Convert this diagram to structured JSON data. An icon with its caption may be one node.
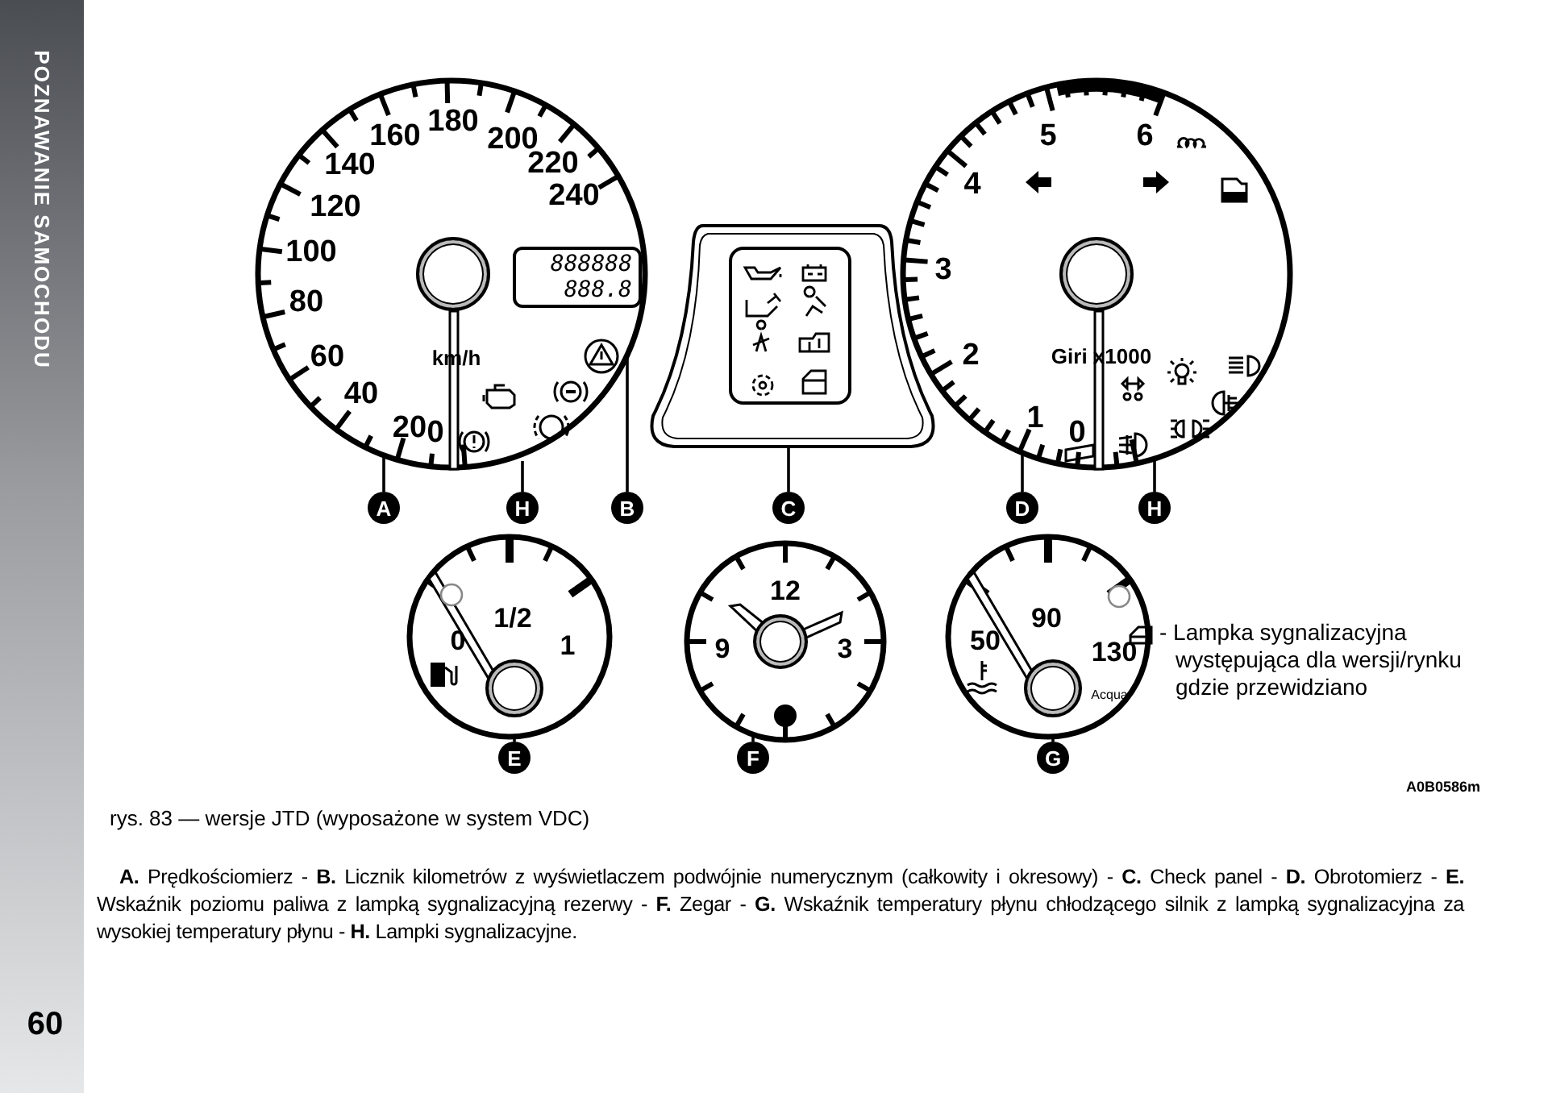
{
  "diagram": {
    "caption": "rys. 83 — wersje JTD (wyposażone w system VDC)",
    "nodes": [
      {
        "text": [],
        "shape": "circle"
      },
      {
        "text": [
          "888888",
          "888.8"
        ]
      },
      {
        "text": [],
        "shape": "box"
      },
      {
        "text": [],
        "shape": "circle"
      },
      {
        "text": [
          "A"
        ]
      },
      {
        "text": [
          "H"
        ]
      },
      {
        "text": [
          "B"
        ]
      },
      {
        "text": [
          "C"
        ]
      },
      {
        "text": [
          "D"
        ]
      },
      {
        "text": [
          "H"
        ]
      },
      {
        "text": [],
        "shape": "circle"
      },
      {
        "text": [],
        "shape": "circle"
      },
      {
        "text": [],
        "shape": "circle"
      },
      {
        "text": [
          "E"
        ]
      },
      {
        "text": [
          "F"
        ]
      },
      {
        "text": [
          "G"
        ]
      },
      {
        "text": [],
        "shape": "picture"
      },
      {
        "text": [],
        "shape": "picture"
      }
    ],
    "edges": [
      {
        "from": 4,
        "to": 0,
        "arrow": "none"
      },
      {
        "from": 5,
        "to": 16,
        "arrow": "none"
      },
      {
        "from": 6,
        "to": 1,
        "arrow": "none"
      },
      {
        "from": 7,
        "to": 2,
        "arrow": "none"
      },
      {
        "from": 8,
        "to": 3,
        "arrow": "none"
      },
      {
        "from": 9,
        "to": 17,
        "arrow": "none"
      },
      {
        "from": 13,
        "to": 10,
        "arrow": "none"
      },
      {
        "from": 14,
        "to": 11,
        "arrow": "none"
      },
      {
        "from": 15,
        "to": 12,
        "arrow": "none"
      }
    ],
    "labels": [
      "POZNAWANIE SAMOCHODU",
      "160",
      "180",
      "200",
      "140",
      "220",
      "120",
      "240",
      "100",
      "80",
      "60",
      "40",
      "20",
      "km/h",
      "0",
      "5",
      "6",
      "4",
      "3",
      "2",
      "Giri x1000",
      "1",
      "0",
      "1/2",
      "0",
      "1",
      "12",
      "9",
      "3",
      "90",
      "50",
      "130",
      "Acqua",
      "- Lampka sygnalizacyjna występująca dla wersji/rynku gdzie przewidziano",
      "A0B0586m",
      "**A.** Prędkościomierz - **B.** Licznik kilometrów z wyświetlaczem podwójnie numerycznym (całkowity i okresowy) - **C.** Check panel - **D.** Obrotomierz - **E.** Wskaźnik poziomu paliwa z lampką sygnalizacyjną rezerwy - **F.** Zegar - **G.** Wskaźnik temperatury płynu chłodzącego silnik z lampką sygnalizacyjna za wysokiej temperatury płynu - **H.** Lampki sygnalizacyjne.",
      "60"
    ]
  }
}
